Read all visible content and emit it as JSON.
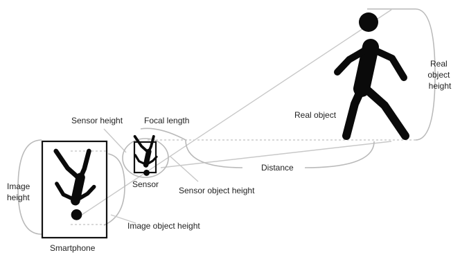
{
  "labels": {
    "real_object_height": [
      "Real",
      "object",
      "height"
    ],
    "real_object": "Real object",
    "sensor_height": "Sensor height",
    "focal_length": "Focal length",
    "distance": "Distance",
    "sensor": "Sensor",
    "sensor_object_height": "Sensor object height",
    "image_height": [
      "Image",
      "height"
    ],
    "image_object_height": "Image object height",
    "smartphone": "Smartphone"
  },
  "icons": {
    "person": "walking-person-icon",
    "phone_image": "inverted-person-icon",
    "sensor_image": "inverted-person-icon"
  },
  "colors": {
    "silhouette": "#0a0a0a",
    "guide_lines": "#b9b9b9",
    "text": "#222222"
  }
}
